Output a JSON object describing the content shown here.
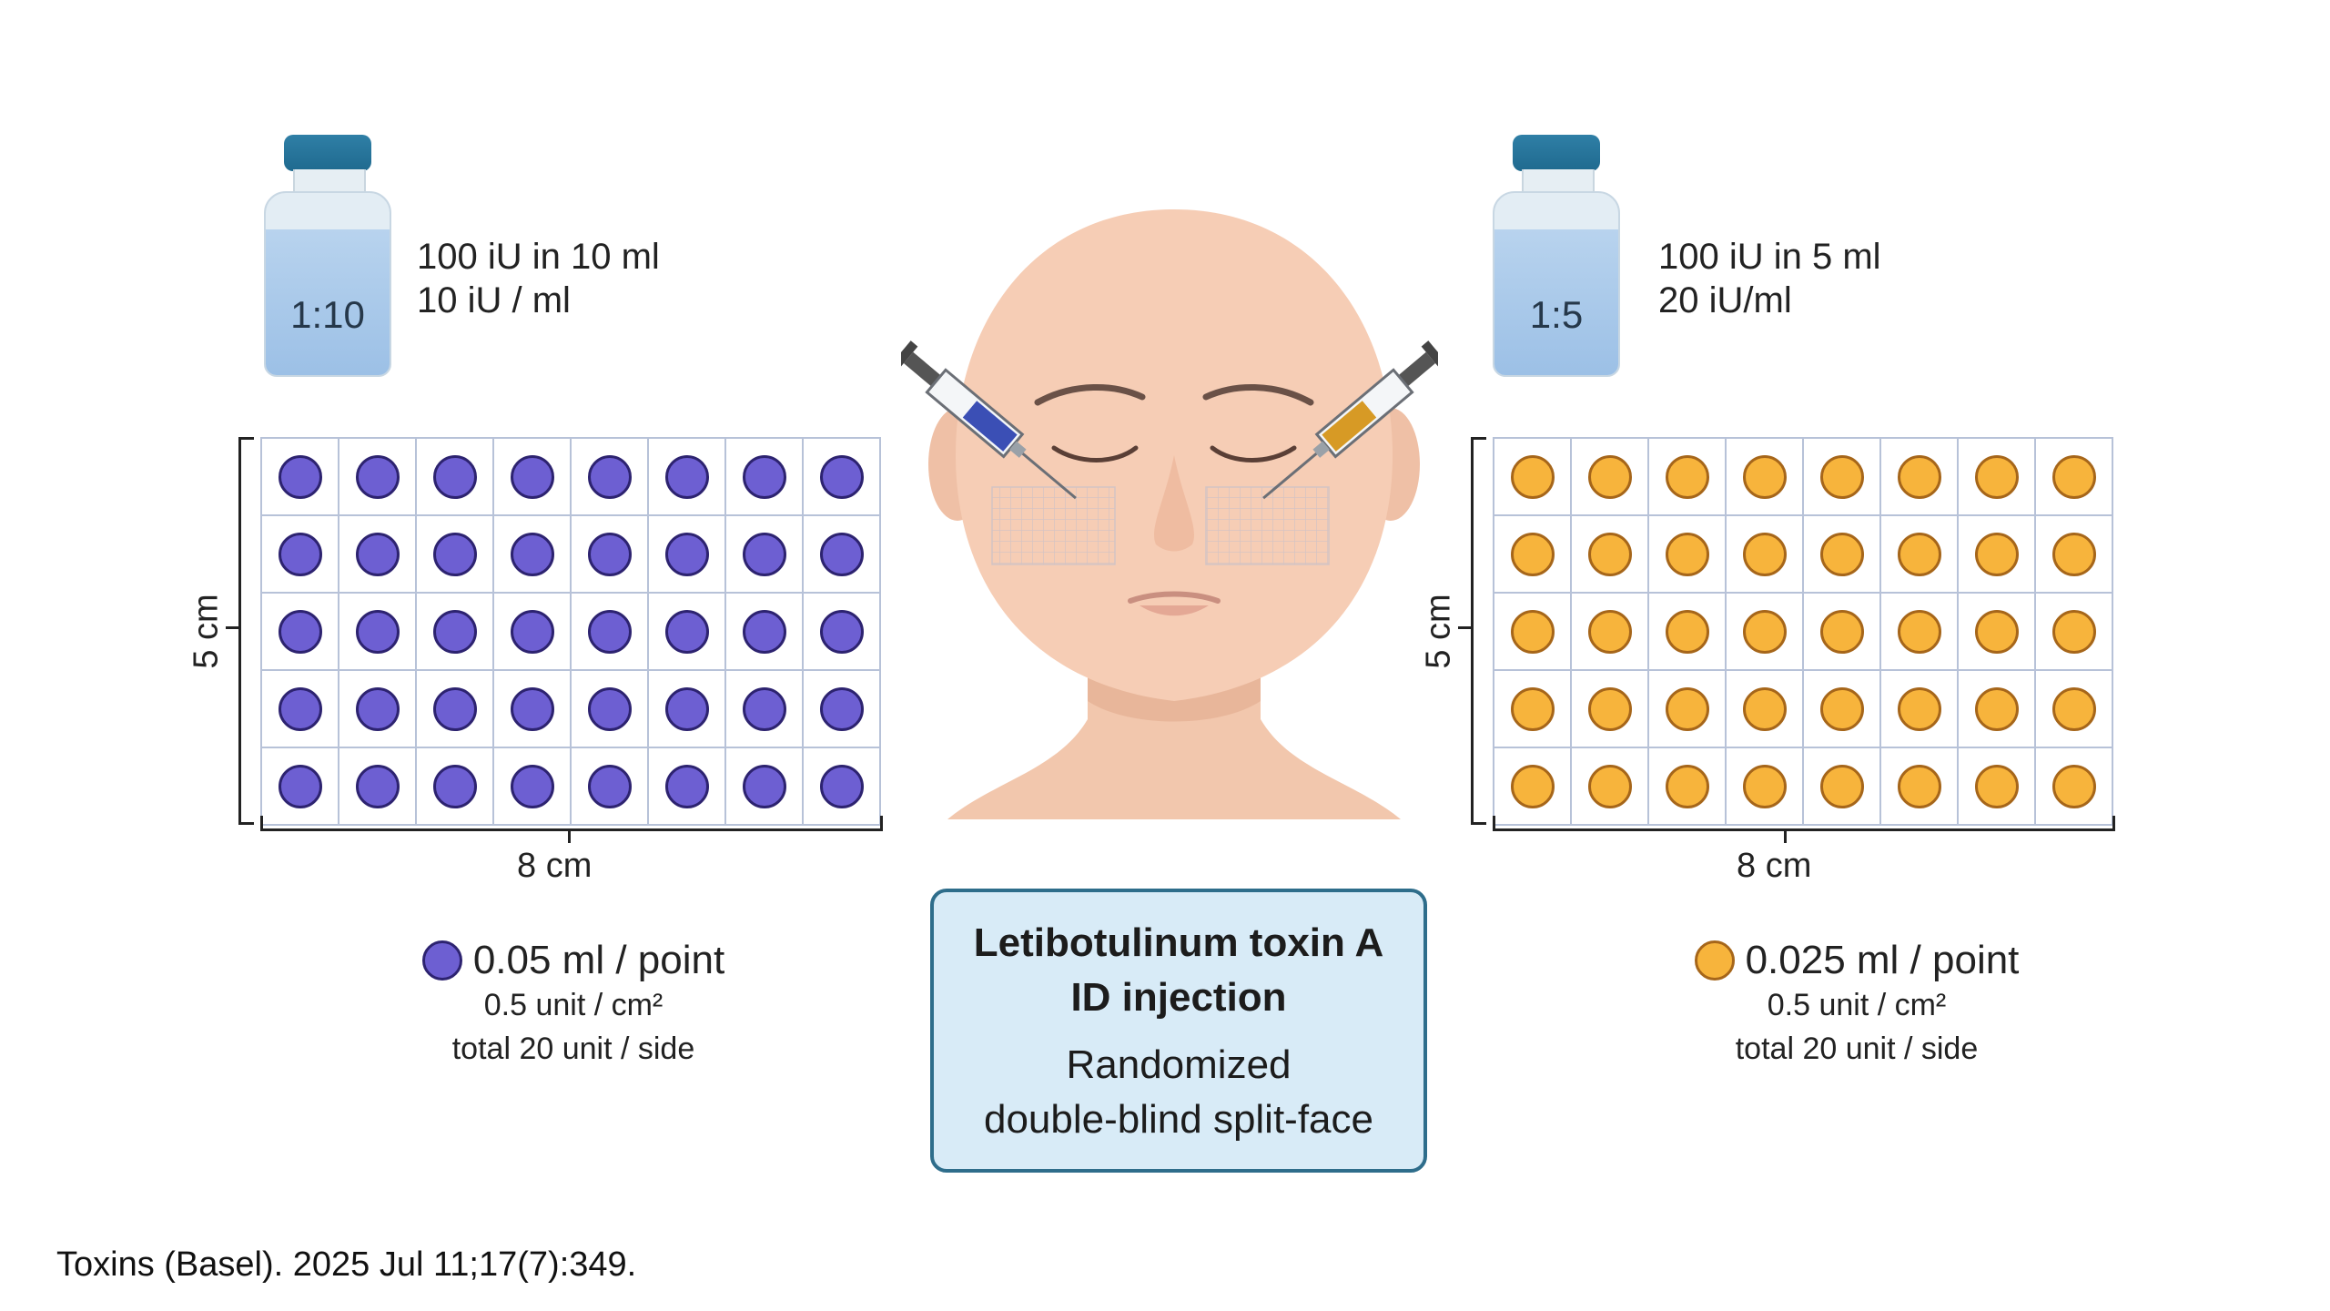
{
  "left": {
    "vial_ratio": "1:10",
    "conc_line1": "100 iU in 10 ml",
    "conc_line2": "10 iU / ml",
    "height_label": "5 cm",
    "width_label": "8 cm",
    "dose_main": "0.05 ml / point",
    "dose_sub1": "0.5 unit / cm²",
    "dose_sub2": "total 20 unit / side",
    "dot_color": "#6d5fd2"
  },
  "right": {
    "vial_ratio": "1:5",
    "conc_line1": "100 iU in 5 ml",
    "conc_line2": "20 iU/ml",
    "height_label": "5 cm",
    "width_label": "8 cm",
    "dose_main": "0.025 ml / point",
    "dose_sub1": "0.5 unit / cm²",
    "dose_sub2": "total 20 unit / side",
    "dot_color": "#f7b43c"
  },
  "grid": {
    "rows": 5,
    "cols": 8
  },
  "center": {
    "title_line1": "Letibotulinum toxin A",
    "title_line2": "ID injection",
    "subtitle_line1": "Randomized",
    "subtitle_line2": "double-blind split-face",
    "syringe_left_color": "#3b4fb5",
    "syringe_right_color": "#d79a25"
  },
  "citation": "Toxins (Basel). 2025 Jul 11;17(7):349."
}
